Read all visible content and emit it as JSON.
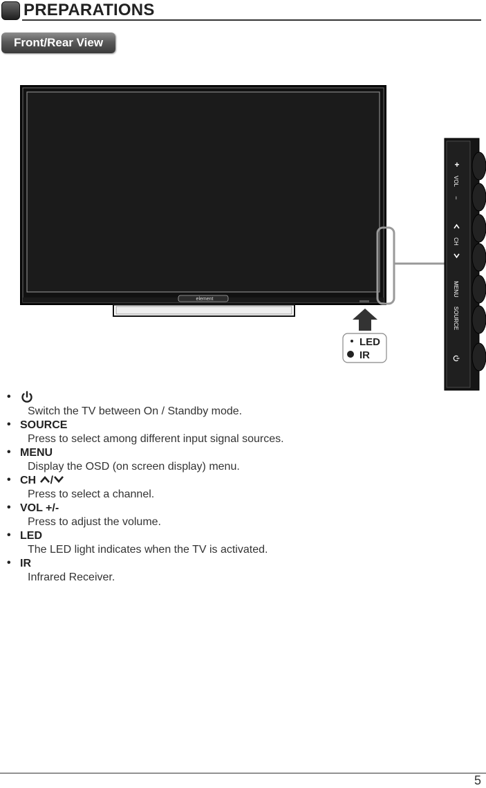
{
  "header": {
    "title": "PREPARATIONS"
  },
  "section": {
    "tab_label": "Front/Rear View"
  },
  "tv": {
    "brand": "element"
  },
  "side_panel": {
    "vol_label": "VOL",
    "ch_label": "CH",
    "menu_label": "MENU",
    "source_label": "SOURCE",
    "plus_symbol": "+",
    "minus_symbol": "−"
  },
  "callout": {
    "led_label": "LED",
    "ir_label": "IR"
  },
  "items": [
    {
      "term": "",
      "icon": "power-icon",
      "desc": "Switch the TV between On / Standby mode."
    },
    {
      "term": "SOURCE",
      "desc": "Press to select among different input signal sources."
    },
    {
      "term": "MENU",
      "desc": "Display the OSD (on screen display) menu."
    },
    {
      "term": "CH",
      "suffix": "/",
      "desc": "Press to select a channel."
    },
    {
      "term": "VOL +/-",
      "desc": "Press to adjust the volume."
    },
    {
      "term": "LED",
      "desc": "The LED light indicates when the TV is activated."
    },
    {
      "term": "IR",
      "desc": "Infrared Receiver."
    }
  ],
  "bullet": "•",
  "page_number": "5"
}
